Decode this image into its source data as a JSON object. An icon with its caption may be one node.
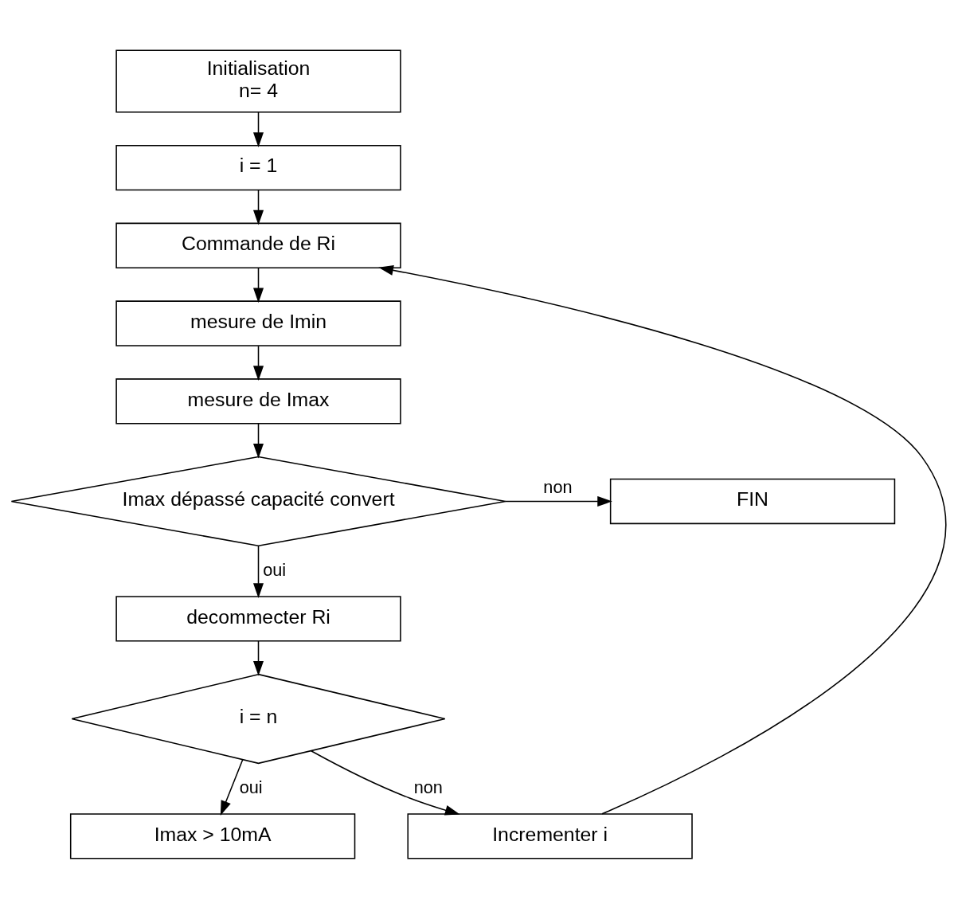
{
  "diagram": {
    "nodes": [
      {
        "text": [
          "Initialisation",
          "n= 4"
        ]
      },
      {
        "text": [
          "i = 1"
        ]
      },
      {
        "text": [
          "Commande de Ri"
        ]
      },
      {
        "text": [
          "mesure de Imin"
        ]
      },
      {
        "text": [
          "mesure de Imax"
        ]
      },
      {
        "text": [
          "Imax dépassé capacité convert"
        ]
      },
      {
        "text": [
          "FIN"
        ]
      },
      {
        "text": [
          "decommecter Ri"
        ]
      },
      {
        "text": [
          "i = n"
        ]
      },
      {
        "text": [
          "Imax > 10mA"
        ]
      },
      {
        "text": [
          "Incrementer i"
        ]
      }
    ],
    "edges": [
      {
        "from": 0,
        "to": 1,
        "arrow": "to"
      },
      {
        "from": 1,
        "to": 2,
        "arrow": "to"
      },
      {
        "from": 2,
        "to": 3,
        "arrow": "to"
      },
      {
        "from": 3,
        "to": 4,
        "arrow": "to"
      },
      {
        "from": 4,
        "to": 5,
        "arrow": "to"
      },
      {
        "from": 5,
        "to": 6,
        "label": "non",
        "arrow": "to"
      },
      {
        "from": 5,
        "to": 7,
        "label": "oui",
        "arrow": "to"
      },
      {
        "from": 7,
        "to": 8,
        "arrow": "to"
      },
      {
        "from": 8,
        "to": 9,
        "label": "oui",
        "arrow": "to"
      },
      {
        "from": 8,
        "to": 10,
        "label": "non",
        "arrow": "to"
      },
      {
        "from": 10,
        "to": 2,
        "arrow": "to"
      }
    ]
  }
}
